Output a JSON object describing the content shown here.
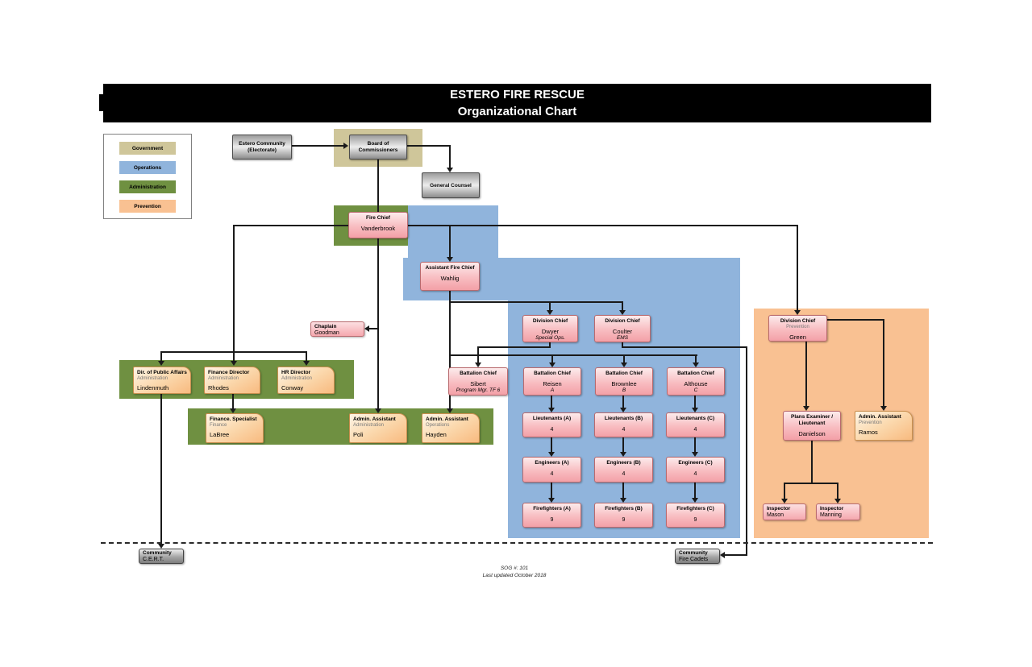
{
  "title": {
    "line1": "ESTERO FIRE RESCUE",
    "line2": "Organizational Chart"
  },
  "palette": {
    "government": "#cfc69a",
    "operations": "#90b4dc",
    "administration": "#6f9041",
    "prevention": "#f9c192"
  },
  "legend": {
    "items": [
      {
        "id": "government",
        "label": "Government"
      },
      {
        "id": "operations",
        "label": "Operations"
      },
      {
        "id": "administration",
        "label": "Administration"
      },
      {
        "id": "prevention",
        "label": "Prevention"
      }
    ]
  },
  "nodes": {
    "estero_community": {
      "role": "Estero Community",
      "role2": "(Electorate)"
    },
    "board": {
      "role": "Board of",
      "role2": "Commissioners"
    },
    "general_counsel": {
      "role": "General Counsel"
    },
    "fire_chief": {
      "role": "Fire Chief",
      "person": "Vanderbrook"
    },
    "asst_chief": {
      "role": "Assistant Fire Chief",
      "person": "Wahlig"
    },
    "chaplain": {
      "role": "Chaplain",
      "person": "Goodman"
    },
    "dc_dwyer": {
      "role": "Division Chief",
      "person": "Dwyer",
      "note": "Special Ops."
    },
    "dc_coulter": {
      "role": "Division Chief",
      "person": "Coulter",
      "note": "EMS"
    },
    "dc_green": {
      "role": "Division Chief",
      "dept": "Prevention",
      "person": "Green"
    },
    "bc_sibert": {
      "role": "Battalion Chief",
      "person": "Sibert",
      "note": "Program Mgr. TF 6"
    },
    "bc_reisen": {
      "role": "Battalion Chief",
      "person": "Reisen",
      "note": "A"
    },
    "bc_brownlee": {
      "role": "Battalion Chief",
      "person": "Brownlee",
      "note": "B"
    },
    "bc_althouse": {
      "role": "Battalion Chief",
      "person": "Althouse",
      "note": "C"
    },
    "lt_a": {
      "role": "Lieutenants (A)",
      "count": "4"
    },
    "lt_b": {
      "role": "Lieutenants (B)",
      "count": "4"
    },
    "lt_c": {
      "role": "Lieutenants (C)",
      "count": "4"
    },
    "eng_a": {
      "role": "Engineers (A)",
      "count": "4"
    },
    "eng_b": {
      "role": "Engineers (B)",
      "count": "4"
    },
    "eng_c": {
      "role": "Engineers (C)",
      "count": "4"
    },
    "ff_a": {
      "role": "Firefighters (A)",
      "count": "9"
    },
    "ff_b": {
      "role": "Firefighters (B)",
      "count": "9"
    },
    "ff_c": {
      "role": "Firefighters (C)",
      "count": "9"
    },
    "plans_examiner": {
      "role": "Plans Examiner /",
      "role2": "Lieutenant",
      "person": "Danielson"
    },
    "insp_mason": {
      "role": "Inspector",
      "person": "Mason"
    },
    "insp_manning": {
      "role": "Inspector",
      "person": "Manning"
    },
    "dir_public_affairs": {
      "role": "Dir. of Public Affairs",
      "dept": "Administration",
      "person": "Lindenmuth"
    },
    "finance_director": {
      "role": "Finance Director",
      "dept": "Administration",
      "person": "Rhodes"
    },
    "hr_director": {
      "role": "HR Director",
      "dept": "Administration",
      "person": "Conway"
    },
    "finance_specialist": {
      "role": "Finance. Specialist",
      "dept": "Finance",
      "person": "LaBree"
    },
    "admin_poli": {
      "role": "Admin. Assistant",
      "dept": "Administration",
      "person": "Poli"
    },
    "admin_hayden": {
      "role": "Admin. Assistant",
      "dept": "Operations",
      "person": "Hayden"
    },
    "admin_ramos": {
      "role": "Admin. Assistant",
      "dept": "Prevention",
      "person": "Ramos"
    },
    "community_cert": {
      "role": "Community",
      "person": "C.E.R.T."
    },
    "community_cadets": {
      "role": "Community",
      "person": "Fire Cadets"
    }
  },
  "footer": {
    "sog": "SOG #: 101",
    "updated": "Last updated October 2018"
  }
}
